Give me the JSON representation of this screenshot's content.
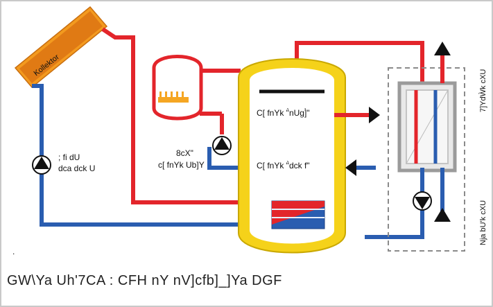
{
  "labels": {
    "collector": "Kollektor",
    "pump_left_line1": "; fi dU",
    "pump_left_line2": "dca dck U",
    "boiler_line1": "8cX\"",
    "boiler_line2": "c[ fnYk Ub]Y",
    "connection_top": "C[ fnYk \"̀nUg]̀\"",
    "connection_bottom": "C[ fnYk \"̀dck f\"",
    "side_upper": "7]YdẀk cXU",
    "side_lower": "Nja bU'k cXU",
    "dot": "."
  },
  "caption": "GW\\Ya Uh'7CA : CFH nY nV]cfb]_]Ya  DGF",
  "colors": {
    "hot": "#e3252b",
    "cold": "#2a5db0",
    "tank_shell": "#f5d21a",
    "collector": "#f39a1f",
    "dashed_box": "#8a8a8a"
  }
}
